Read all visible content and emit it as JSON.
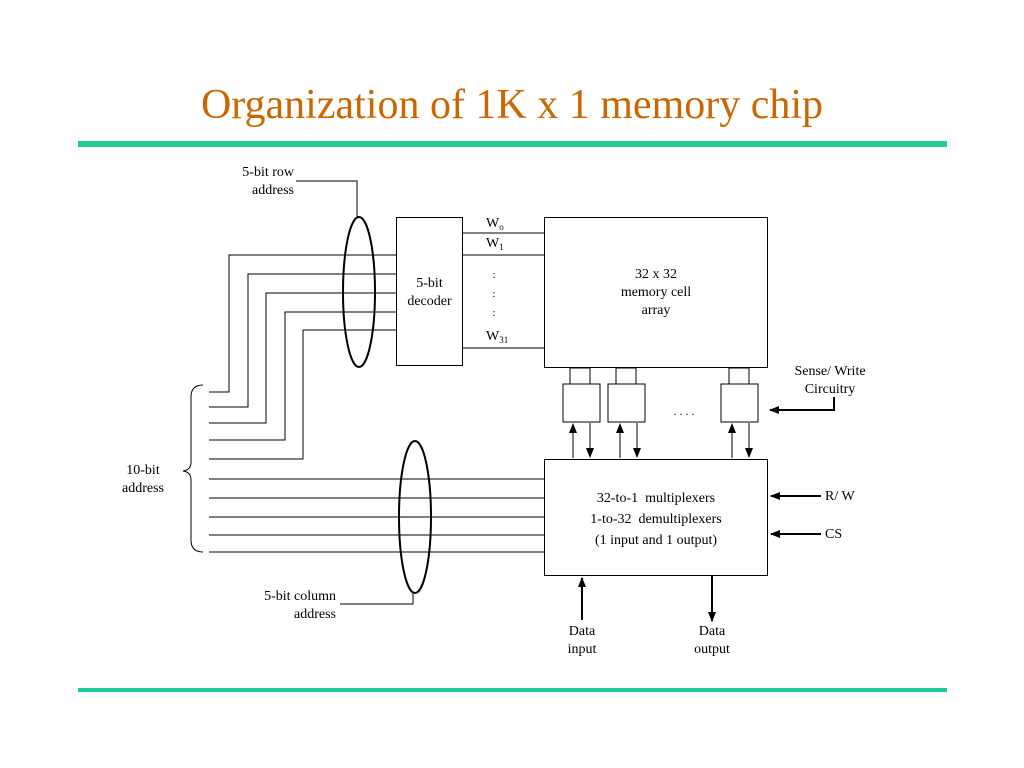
{
  "title": "Organization of 1K x 1 memory chip",
  "labels": {
    "row_address_l1": "5-bit row",
    "row_address_l2": "address",
    "address_10bit_l1": "10-bit",
    "address_10bit_l2": "address",
    "col_address_l1": "5-bit column",
    "col_address_l2": "address",
    "decoder_l1": "5-bit",
    "decoder_l2": "decoder",
    "w0_base": "W",
    "w0_sub": "o",
    "w1_base": "W",
    "w1_sub": "1",
    "w31_base": "W",
    "w31_sub": "31",
    "vdots": ":",
    "array_l1": "32 x 32",
    "array_l2": "memory cell",
    "array_l3": "array",
    "sense_l1": "Sense/ Write",
    "sense_l2": "Circuitry",
    "dots": ". . . .",
    "mux_l1": "32-to-1  multiplexers",
    "mux_l2": "1-to-32  demultiplexers",
    "mux_l3": "(1 input and 1 output)",
    "rw": "R/ W",
    "cs": "CS",
    "data_in_l1": "Data",
    "data_in_l2": "input",
    "data_out_l1": "Data",
    "data_out_l2": "output"
  }
}
